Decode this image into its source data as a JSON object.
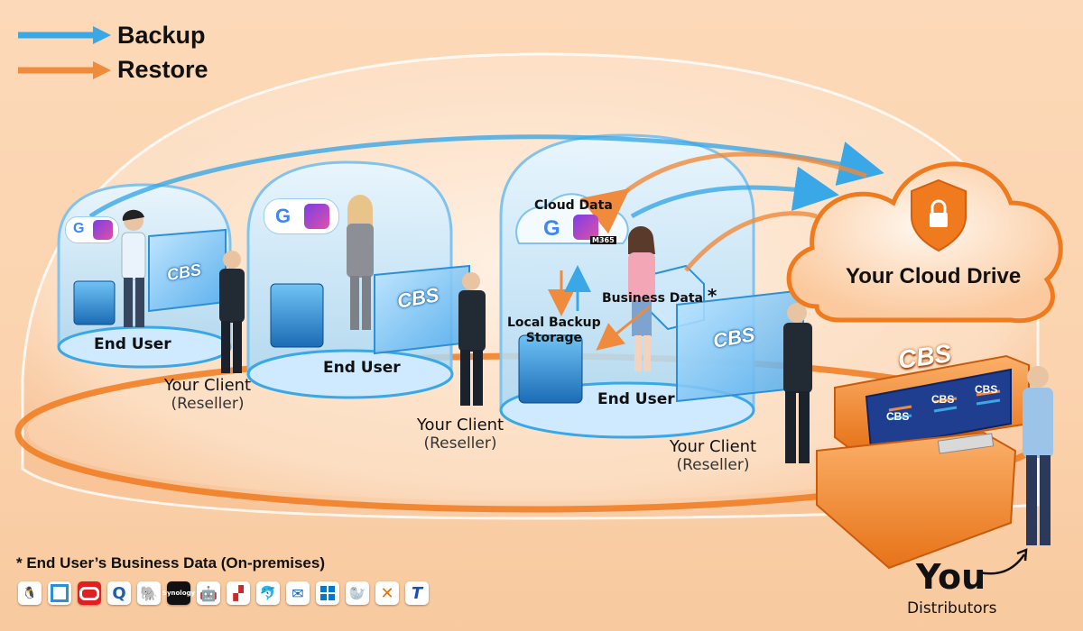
{
  "legend": {
    "backup_label": "Backup",
    "restore_label": "Restore",
    "backup_color": "#3aa7e6",
    "restore_color": "#f08a3c"
  },
  "domes": [
    {
      "end_user_label": "End User",
      "client_label": "Your Client",
      "client_sub": "(Reseller)",
      "cbs_label": "CBS"
    },
    {
      "end_user_label": "End User",
      "client_label": "Your Client",
      "client_sub": "(Reseller)",
      "cbs_label": "CBS"
    },
    {
      "end_user_label": "End User",
      "client_label": "Your Client",
      "client_sub": "(Reseller)",
      "cbs_label": "CBS"
    }
  ],
  "cloud_data_label": "Cloud Data",
  "m365_label": "M365",
  "google_letter": "G",
  "business_data_label": "Business Data",
  "asterisk": "*",
  "local_backup_label": "Local Backup",
  "local_backup_label2": "Storage",
  "cloud_drive_label": "Your Cloud Drive",
  "console": {
    "header_label": "CBS",
    "panel_labels": [
      "CBS",
      "CBS",
      "CBS"
    ]
  },
  "you_label": "You",
  "distributors_label": "Distributors",
  "footnote": "* End User’s Business Data (On-premises)",
  "platform_icons": [
    "linux-icon",
    "vmware-icon",
    "oracle-icon",
    "qnap-icon",
    "postgresql-icon",
    "synology-icon",
    "android-icon",
    "mssql-icon",
    "mysql-icon",
    "exchange-icon",
    "windows-icon",
    "mariadb-icon",
    "proxmox-icon",
    "typo-t-icon"
  ],
  "synology_label": "Synology",
  "colors": {
    "accent_orange": "#f07a1e",
    "accent_blue": "#2d8fd8",
    "dome_blue": "#bfe3f8"
  }
}
